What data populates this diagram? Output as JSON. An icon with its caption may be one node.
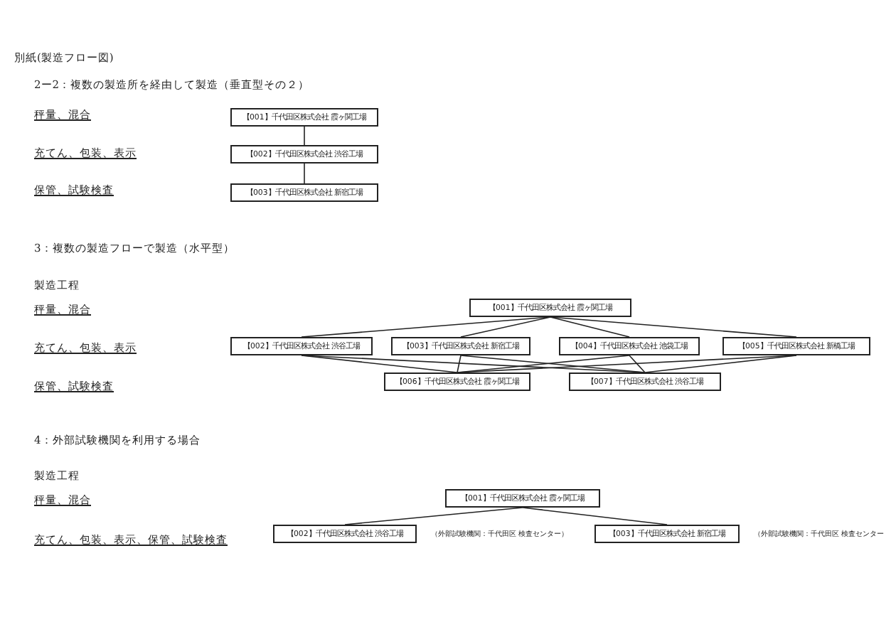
{
  "diagram": {
    "nodes": [
      {
        "text": [
          "【001】千代田区株式会社 霞ヶ関工場"
        ]
      },
      {
        "text": [
          "【002】千代田区株式会社 渋谷工場"
        ]
      },
      {
        "text": [
          "【003】千代田区株式会社 新宿工場"
        ]
      },
      {
        "text": [
          "【001】千代田区株式会社 霞ヶ関工場"
        ]
      },
      {
        "text": [
          "【002】千代田区株式会社 渋谷工場"
        ]
      },
      {
        "text": [
          "【003】千代田区株式会社 新宿工場"
        ]
      },
      {
        "text": [
          "【004】千代田区株式会社 池袋工場"
        ]
      },
      {
        "text": [
          "【005】千代田区株式会社 新橋工場"
        ]
      },
      {
        "text": [
          "【006】千代田区株式会社 霞ヶ関工場"
        ]
      },
      {
        "text": [
          "【007】千代田区株式会社 渋谷工場"
        ]
      },
      {
        "text": [
          "【001】千代田区株式会社 霞ヶ関工場"
        ]
      },
      {
        "text": [
          "【002】千代田区株式会社 渋谷工場"
        ],
        "beside": [
          "（外部試験機関：千代田区 検査センター）"
        ]
      },
      {
        "text": [
          "【003】千代田区株式会社 新宿工場"
        ],
        "beside": [
          "（外部試験機関：千代田区 検査センター"
        ]
      }
    ],
    "edges": [
      {
        "from": 0,
        "to": 1,
        "arrow": "none"
      },
      {
        "from": 1,
        "to": 2,
        "arrow": "none"
      },
      {
        "from": 3,
        "to": 4,
        "arrow": "none"
      },
      {
        "from": 3,
        "to": 5,
        "arrow": "none"
      },
      {
        "from": 3,
        "to": 6,
        "arrow": "none"
      },
      {
        "from": 3,
        "to": 7,
        "arrow": "none"
      },
      {
        "from": 4,
        "to": 8,
        "arrow": "none"
      },
      {
        "from": 4,
        "to": 9,
        "arrow": "none"
      },
      {
        "from": 5,
        "to": 8,
        "arrow": "none"
      },
      {
        "from": 5,
        "to": 9,
        "arrow": "none"
      },
      {
        "from": 6,
        "to": 8,
        "arrow": "none"
      },
      {
        "from": 6,
        "to": 9,
        "arrow": "none"
      },
      {
        "from": 7,
        "to": 8,
        "arrow": "none"
      },
      {
        "from": 7,
        "to": 9,
        "arrow": "none"
      },
      {
        "from": 10,
        "to": 11,
        "arrow": "none"
      },
      {
        "from": 10,
        "to": 12,
        "arrow": "none"
      }
    ],
    "labels": [
      "別紙(製造フロー図)",
      "2ー2：複数の製造所を経由して製造（垂直型その２）",
      "秤量、混合",
      "充てん、包装、表示",
      "保管、試験検査",
      "3：複数の製造フローで製造（水平型）",
      "製造工程",
      "秤量、混合",
      "充てん、包装、表示",
      "保管、試験検査",
      "4：外部試験機関を利用する場合",
      "製造工程",
      "秤量、混合",
      "充てん、包装、表示、保管、試験検査"
    ]
  }
}
